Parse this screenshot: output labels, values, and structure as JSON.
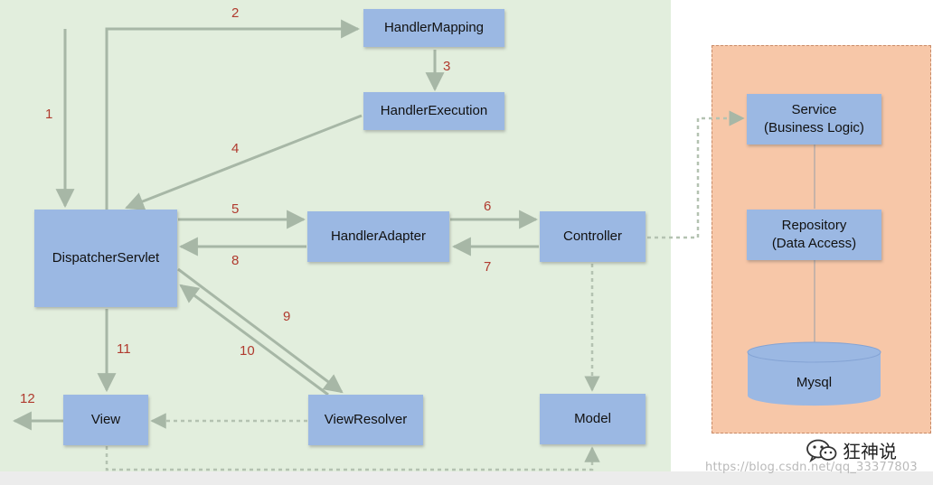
{
  "nodes": {
    "handler_mapping": "HandlerMapping",
    "handler_execution": "HandlerExecution",
    "dispatcher_servlet": "DispatcherServlet",
    "handler_adapter": "HandlerAdapter",
    "controller": "Controller",
    "view": "View",
    "view_resolver": "ViewResolver",
    "model": "Model",
    "service_line1": "Service",
    "service_line2": "(Business Logic)",
    "repository_line1": "Repository",
    "repository_line2": "(Data Access)",
    "mysql": "Mysql"
  },
  "steps": [
    "1",
    "2",
    "3",
    "4",
    "5",
    "6",
    "7",
    "8",
    "9",
    "10",
    "11",
    "12"
  ],
  "colors": {
    "background_green": "#e2eedd",
    "box_fill": "#9bb8e3",
    "arrow": "#a7b7a6",
    "step_number": "#b03a2e",
    "layer_panel": "#f7c7a8"
  },
  "brand": {
    "icon": "wechat-icon",
    "text": "狂神说"
  },
  "watermark": "https://blog.csdn.net/qq_33377803"
}
